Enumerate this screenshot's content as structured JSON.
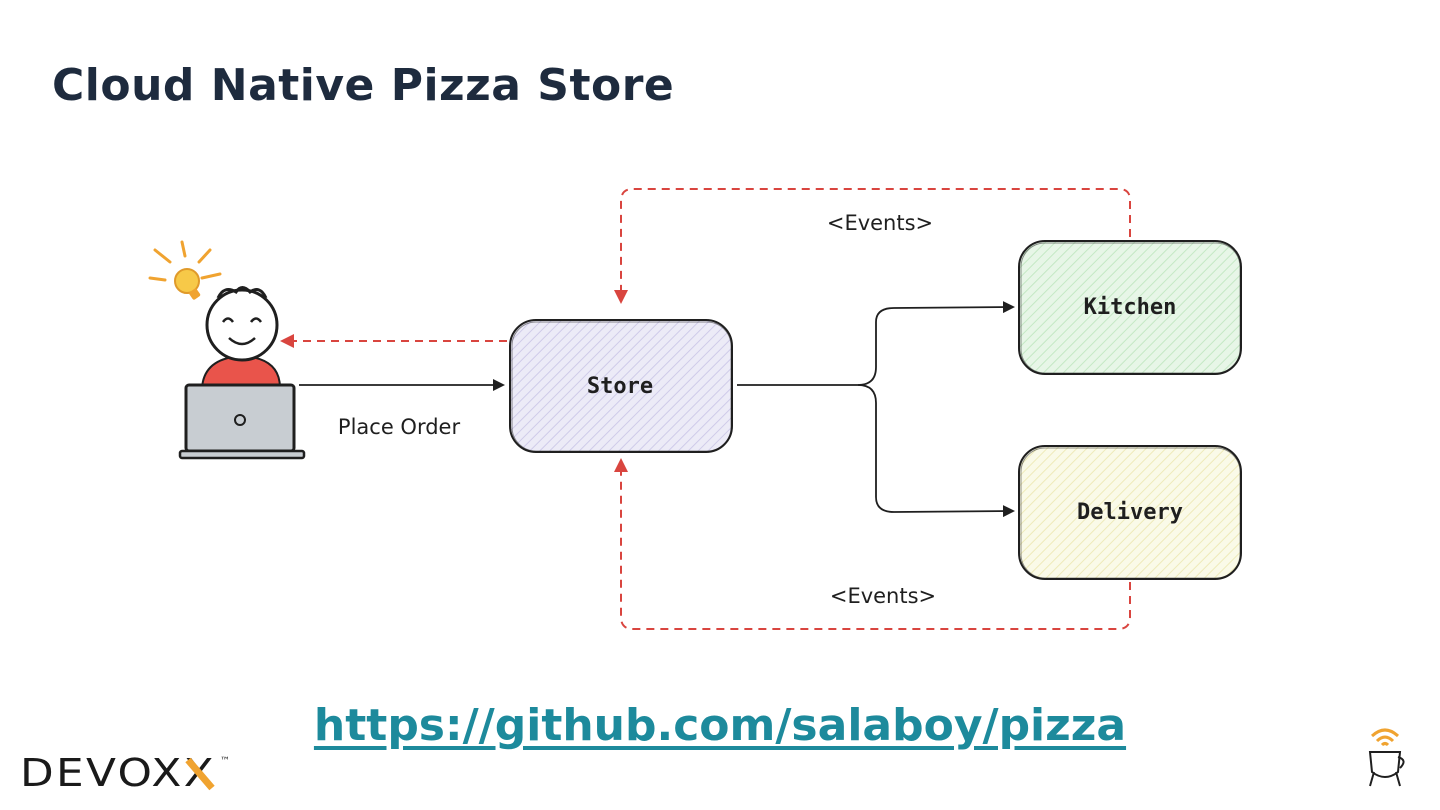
{
  "slide": {
    "title": "Cloud Native Pizza Store",
    "link": "https://github.com/salaboy/pizza"
  },
  "diagram": {
    "nodes": {
      "store": "Store",
      "kitchen": "Kitchen",
      "delivery": "Delivery"
    },
    "edges": {
      "place_order": "Place Order",
      "events_top": "<Events>",
      "events_bottom": "<Events>"
    },
    "icons": [
      "user-icon",
      "lightbulb-icon",
      "laptop-icon"
    ]
  },
  "brand": {
    "logo_text": "DEVOXX",
    "logo_mark": "™",
    "mascot": "mascot-icon"
  },
  "colors": {
    "title": "#1e2b3e",
    "link": "#1d8a9c",
    "dashed_arrow": "#d9453f",
    "store_fill": "#e6e4f6",
    "kitchen_fill": "#dcf2dc",
    "delivery_fill": "#f7f5d6",
    "accent_orange": "#f0a330"
  }
}
